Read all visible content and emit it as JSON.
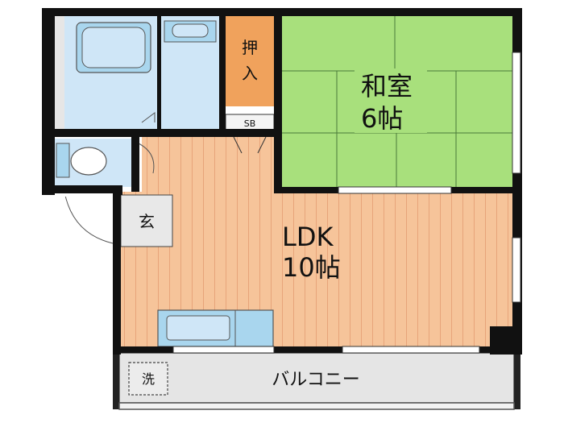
{
  "rooms": {
    "washitsu": {
      "name": "和室",
      "size": "6帖"
    },
    "ldk": {
      "name": "LDK",
      "size": "10帖"
    },
    "oshiire": {
      "line1": "押",
      "line2": "入"
    },
    "sb": "SB",
    "genkan": "玄",
    "balcony": "バルコニー",
    "washer": "洗"
  },
  "colors": {
    "tatami": "#a8e07c",
    "flooring": "#f6c49a",
    "flooring_line": "#e49a6a",
    "wet_area": "#cfe6f7",
    "fixture": "#a9d6ee",
    "closet": "#f0a25c",
    "genkan": "#e8e8e8",
    "balcony": "#e5e5e5",
    "wall": "#111111"
  }
}
